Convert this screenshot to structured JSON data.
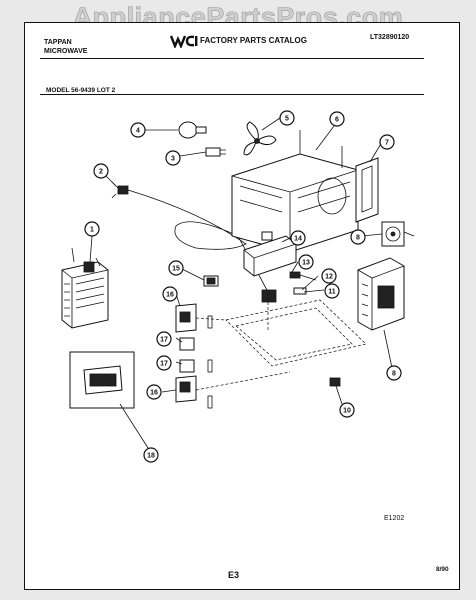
{
  "watermark": "AppliancePartsPros.com",
  "header": {
    "brand_line1": "TAPPAN",
    "brand_line2": "MICROWAVE",
    "catalog_title": "FACTORY PARTS CATALOG",
    "catalog_number": "LT32890120",
    "model": "MODEL 56-9439 LOT 2"
  },
  "diagram": {
    "callouts": [
      "1",
      "2",
      "3",
      "4",
      "5",
      "6",
      "7",
      "8",
      "8",
      "10",
      "11",
      "12",
      "13",
      "14",
      "15",
      "16",
      "16",
      "17",
      "17",
      "18"
    ]
  },
  "footer": {
    "code": "E1202",
    "page": "E3",
    "date": "8/90"
  }
}
